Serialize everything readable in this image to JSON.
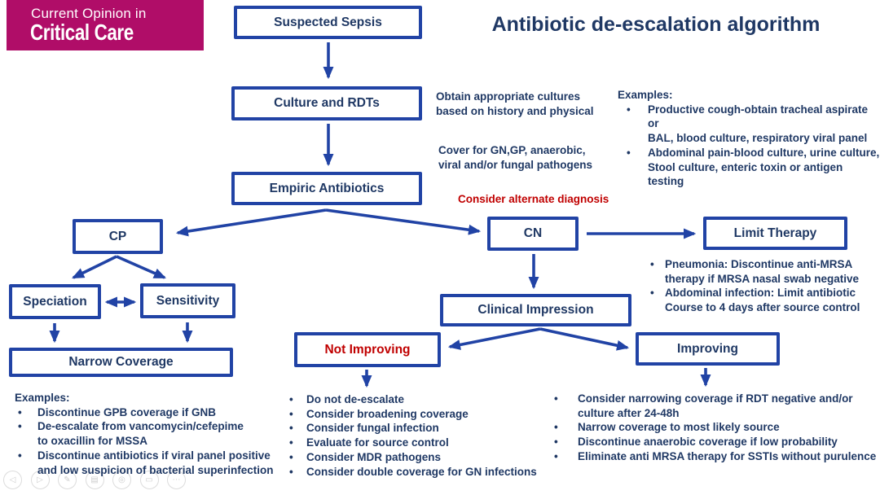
{
  "journal_logo": {
    "line1": "Current Opinion in",
    "line2": "Critical Care"
  },
  "title": "Antibiotic de-escalation algorithm",
  "colors": {
    "accent_blue": "#2143a5",
    "navy_text": "#1f3864",
    "alert_red": "#c00000",
    "brand_magenta": "#b00d68"
  },
  "flow": {
    "suspected_sepsis": "Suspected Sepsis",
    "culture_rdts": "Culture and RDTs",
    "empiric_antibiotics": "Empiric Antibiotics",
    "cp": "CP",
    "cn": "CN",
    "limit_therapy": "Limit Therapy",
    "speciation": "Speciation",
    "sensitivity": "Sensitivity",
    "narrow_coverage": "Narrow Coverage",
    "clinical_impression": "Clinical Impression",
    "not_improving": "Not Improving",
    "improving": "Improving"
  },
  "notes": {
    "obtain_cultures": "Obtain appropriate cultures\nbased on history and physical",
    "cover_pathogens": "Cover for GN,GP, anaerobic,\nviral and/or fungal pathogens",
    "consider_alternate_diagnosis": "Consider alternate diagnosis"
  },
  "examples_top_right": {
    "title": "Examples:",
    "items": [
      "Productive cough-obtain tracheal aspirate or\nBAL, blood culture, respiratory viral panel",
      "Abdominal pain-blood culture, urine culture,\nStool culture, enteric toxin or antigen testing"
    ]
  },
  "limit_therapy_notes": {
    "items": [
      "Pneumonia: Discontinue anti-MRSA\ntherapy if MRSA nasal swab negative",
      "Abdominal infection: Limit antibiotic\nCourse to 4 days after source control"
    ]
  },
  "examples_bottom_left": {
    "title": "Examples:",
    "items": [
      "Discontinue GPB coverage if GNB",
      "De-escalate from vancomycin/cefepime\nto oxacillin for MSSA",
      "Discontinue antibiotics if viral panel positive\nand low suspicion of bacterial superinfection"
    ]
  },
  "not_improving_actions": {
    "items": [
      "Do not de-escalate",
      "Consider broadening coverage",
      "Consider fungal infection",
      "Evaluate for source control",
      "Consider MDR pathogens",
      "Consider double coverage for GN infections"
    ]
  },
  "improving_actions": {
    "items": [
      "Consider narrowing coverage if RDT negative and/or\nculture after 24-48h",
      "Narrow coverage to most likely source",
      "Discontinue anaerobic coverage if low probability",
      "Eliminate anti MRSA therapy for SSTIs without purulence"
    ]
  },
  "bullet_char": "•",
  "presenter_toolbar": {
    "icons": [
      {
        "name": "previous-slide-icon",
        "glyph": "◁"
      },
      {
        "name": "next-slide-icon",
        "glyph": "▷"
      },
      {
        "name": "pen-icon",
        "glyph": "✎"
      },
      {
        "name": "see-all-slides-icon",
        "glyph": "▤"
      },
      {
        "name": "zoom-slide-icon",
        "glyph": "◎"
      },
      {
        "name": "subtitles-icon",
        "glyph": "▭"
      },
      {
        "name": "more-options-icon",
        "glyph": "⋯"
      }
    ]
  }
}
